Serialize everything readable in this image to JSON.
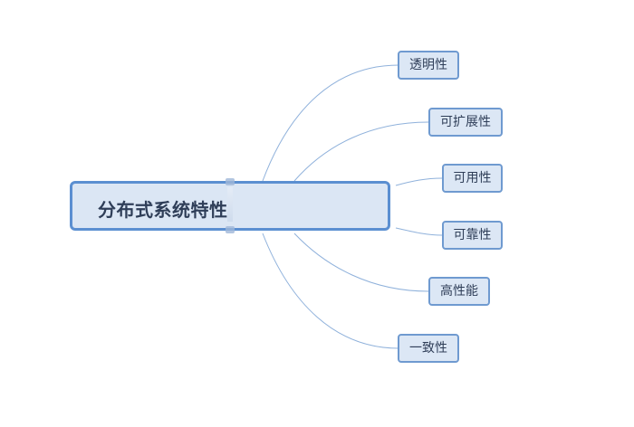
{
  "central_topic": {
    "label": "分布式系统特性"
  },
  "subtopics": [
    {
      "label": "透明性"
    },
    {
      "label": "可扩展性"
    },
    {
      "label": "可用性"
    },
    {
      "label": "可靠性"
    },
    {
      "label": "高性能"
    },
    {
      "label": "一致性"
    }
  ],
  "colors": {
    "central_border": "#5b8fd1",
    "central_fill": "#dbe6f4",
    "topic_border": "#6f9ad0",
    "topic_fill": "#dce7f5",
    "connector": "#8fb1db",
    "text": "#2f3e58"
  }
}
